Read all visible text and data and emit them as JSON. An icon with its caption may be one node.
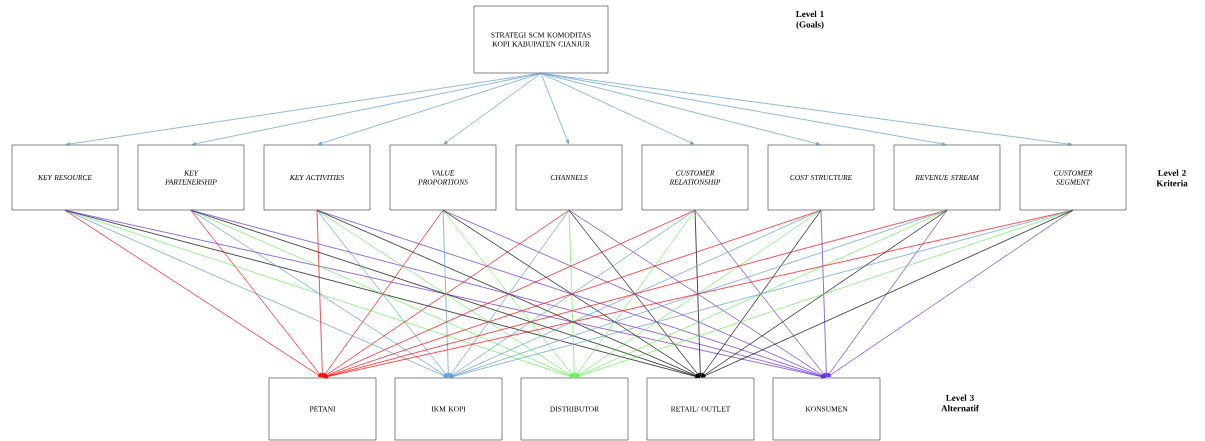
{
  "diagram": {
    "nodes": [
      {
        "text": [
          "STRATEGI SCM KOMODITAS KOPI KABUPATEN CIANJUR"
        ]
      },
      {
        "text": [
          "KEY RESOURCE"
        ]
      },
      {
        "text": [
          "KEY PARTENERSHIP"
        ]
      },
      {
        "text": [
          "KEY ACTIVITIES"
        ]
      },
      {
        "text": [
          "VALUE PROPORTIONS"
        ]
      },
      {
        "text": [
          "CHANNELS"
        ]
      },
      {
        "text": [
          "CUSTOMER RELATIONSHIP"
        ]
      },
      {
        "text": [
          "COST STRUCTURE"
        ]
      },
      {
        "text": [
          "REVENUE STREAM"
        ]
      },
      {
        "text": [
          "CUSTOMER SEGMENT"
        ]
      },
      {
        "text": [
          "PETANI"
        ]
      },
      {
        "text": [
          "IKM KOPI"
        ]
      },
      {
        "text": [
          "DISTRIBUTOR"
        ]
      },
      {
        "text": [
          "RETAIL/ OUTLET"
        ]
      },
      {
        "text": [
          "KONSUMEN"
        ]
      }
    ],
    "edges": [
      {
        "from": 0,
        "to": 1,
        "arrow": "to"
      },
      {
        "from": 0,
        "to": 2,
        "arrow": "to"
      },
      {
        "from": 0,
        "to": 3,
        "arrow": "to"
      },
      {
        "from": 0,
        "to": 4,
        "arrow": "to"
      },
      {
        "from": 0,
        "to": 5,
        "arrow": "to"
      },
      {
        "from": 0,
        "to": 6,
        "arrow": "to"
      },
      {
        "from": 0,
        "to": 7,
        "arrow": "to"
      },
      {
        "from": 0,
        "to": 8,
        "arrow": "to"
      },
      {
        "from": 0,
        "to": 9,
        "arrow": "to"
      },
      {
        "from": 1,
        "to": 10,
        "arrow": "to",
        "color": "#ff0000"
      },
      {
        "from": 1,
        "to": 11,
        "arrow": "to"
      },
      {
        "from": 1,
        "to": 12,
        "arrow": "to",
        "color": "#66ee55"
      },
      {
        "from": 1,
        "to": 13,
        "arrow": "to",
        "color": "#000000"
      },
      {
        "from": 1,
        "to": 14,
        "arrow": "to",
        "color": "#6a2bd9"
      },
      {
        "from": 2,
        "to": 10,
        "arrow": "to",
        "color": "#ff0000"
      },
      {
        "from": 2,
        "to": 11,
        "arrow": "to"
      },
      {
        "from": 2,
        "to": 12,
        "arrow": "to",
        "color": "#66ee55"
      },
      {
        "from": 2,
        "to": 13,
        "arrow": "to",
        "color": "#000000"
      },
      {
        "from": 2,
        "to": 14,
        "arrow": "to",
        "color": "#6a2bd9"
      },
      {
        "from": 3,
        "to": 10,
        "arrow": "to",
        "color": "#ff0000"
      },
      {
        "from": 3,
        "to": 11,
        "arrow": "to"
      },
      {
        "from": 3,
        "to": 12,
        "arrow": "to",
        "color": "#66ee55"
      },
      {
        "from": 3,
        "to": 13,
        "arrow": "to",
        "color": "#000000"
      },
      {
        "from": 3,
        "to": 14,
        "arrow": "to",
        "color": "#6a2bd9"
      },
      {
        "from": 4,
        "to": 10,
        "arrow": "to",
        "color": "#ff0000"
      },
      {
        "from": 4,
        "to": 11,
        "arrow": "to"
      },
      {
        "from": 4,
        "to": 12,
        "arrow": "to",
        "color": "#66ee55"
      },
      {
        "from": 4,
        "to": 13,
        "arrow": "to",
        "color": "#000000"
      },
      {
        "from": 4,
        "to": 14,
        "arrow": "to",
        "color": "#6a2bd9"
      },
      {
        "from": 5,
        "to": 10,
        "arrow": "to",
        "color": "#ff0000"
      },
      {
        "from": 5,
        "to": 11,
        "arrow": "to"
      },
      {
        "from": 5,
        "to": 12,
        "arrow": "to",
        "color": "#66ee55"
      },
      {
        "from": 5,
        "to": 13,
        "arrow": "to",
        "color": "#000000"
      },
      {
        "from": 5,
        "to": 14,
        "arrow": "to",
        "color": "#6a2bd9"
      },
      {
        "from": 6,
        "to": 10,
        "arrow": "to",
        "color": "#ff0000"
      },
      {
        "from": 6,
        "to": 11,
        "arrow": "to"
      },
      {
        "from": 6,
        "to": 12,
        "arrow": "to",
        "color": "#66ee55"
      },
      {
        "from": 6,
        "to": 13,
        "arrow": "to",
        "color": "#000000"
      },
      {
        "from": 6,
        "to": 14,
        "arrow": "to",
        "color": "#6a2bd9"
      },
      {
        "from": 7,
        "to": 10,
        "arrow": "to",
        "color": "#ff0000"
      },
      {
        "from": 7,
        "to": 11,
        "arrow": "to"
      },
      {
        "from": 7,
        "to": 12,
        "arrow": "to",
        "color": "#66ee55"
      },
      {
        "from": 7,
        "to": 13,
        "arrow": "to",
        "color": "#000000"
      },
      {
        "from": 7,
        "to": 14,
        "arrow": "to",
        "color": "#6a2bd9"
      },
      {
        "from": 8,
        "to": 10,
        "arrow": "to",
        "color": "#ff0000"
      },
      {
        "from": 8,
        "to": 11,
        "arrow": "to"
      },
      {
        "from": 8,
        "to": 12,
        "arrow": "to",
        "color": "#66ee55"
      },
      {
        "from": 8,
        "to": 13,
        "arrow": "to",
        "color": "#000000"
      },
      {
        "from": 8,
        "to": 14,
        "arrow": "to",
        "color": "#6a2bd9"
      },
      {
        "from": 9,
        "to": 10,
        "arrow": "to",
        "color": "#ff0000"
      },
      {
        "from": 9,
        "to": 11,
        "arrow": "to"
      },
      {
        "from": 9,
        "to": 12,
        "arrow": "to",
        "color": "#66ee55"
      },
      {
        "from": 9,
        "to": 13,
        "arrow": "to",
        "color": "#000000"
      },
      {
        "from": 9,
        "to": 14,
        "arrow": "to",
        "color": "#6a2bd9"
      }
    ],
    "labels": [
      "Level 1 (Goals)",
      "Level 2 Kriteria",
      "Level 3 Alternatif"
    ]
  }
}
